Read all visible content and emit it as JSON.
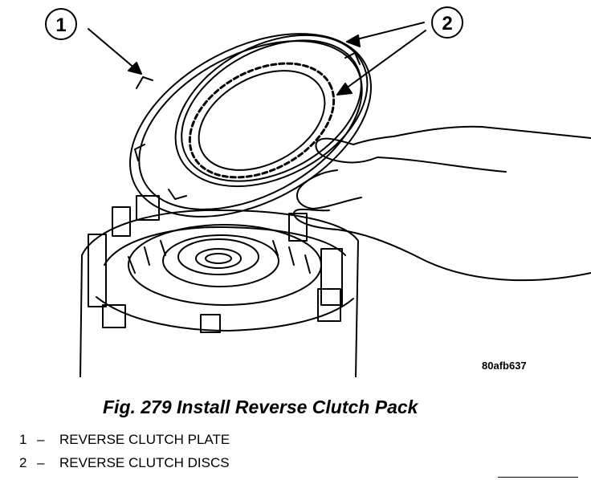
{
  "callouts": [
    {
      "number": "1"
    },
    {
      "number": "2"
    }
  ],
  "figure_code": "80afb637",
  "caption": "Fig. 279 Install Reverse Clutch Pack",
  "legend": [
    {
      "number": "1",
      "separator": "–",
      "label": "REVERSE CLUTCH PLATE"
    },
    {
      "number": "2",
      "separator": "–",
      "label": "REVERSE CLUTCH DISCS"
    }
  ],
  "colors": {
    "ink": "#000000",
    "paper": "#ffffff"
  }
}
